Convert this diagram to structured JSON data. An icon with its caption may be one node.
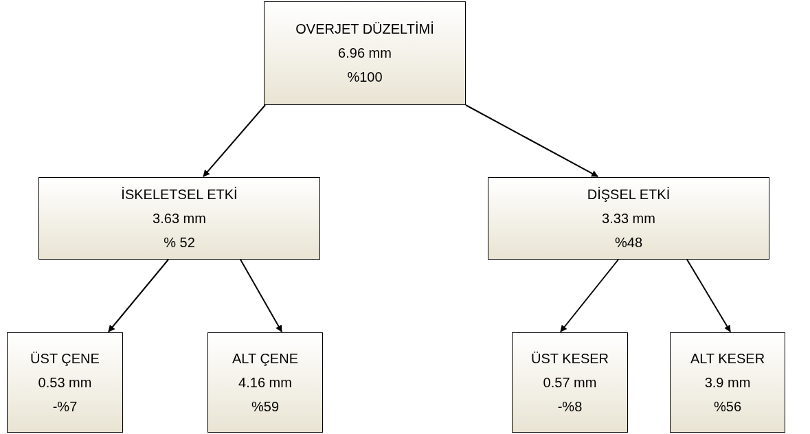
{
  "diagram": {
    "nodes": [
      {
        "text": [
          "OVERJET DÜZELTİMİ",
          "6.96 mm",
          "%100"
        ]
      },
      {
        "text": [
          "İSKELETSEL ETKİ",
          "3.63 mm",
          "% 52"
        ]
      },
      {
        "text": [
          "DİŞSEL ETKİ",
          "3.33 mm",
          "%48"
        ]
      },
      {
        "text": [
          "ÜST ÇENE",
          "0.53 mm",
          "-%7"
        ]
      },
      {
        "text": [
          "ALT ÇENE",
          "4.16 mm",
          "%59"
        ]
      },
      {
        "text": [
          "ÜST KESER",
          "0.57 mm",
          "-%8"
        ]
      },
      {
        "text": [
          "ALT KESER",
          "3.9 mm",
          "%56"
        ]
      }
    ],
    "edges": [
      {
        "from": 0,
        "to": 1,
        "arrow": "to"
      },
      {
        "from": 0,
        "to": 2,
        "arrow": "to"
      },
      {
        "from": 1,
        "to": 3,
        "arrow": "to"
      },
      {
        "from": 1,
        "to": 4,
        "arrow": "to"
      },
      {
        "from": 2,
        "to": 5,
        "arrow": "to"
      },
      {
        "from": 2,
        "to": 6,
        "arrow": "to"
      }
    ]
  }
}
